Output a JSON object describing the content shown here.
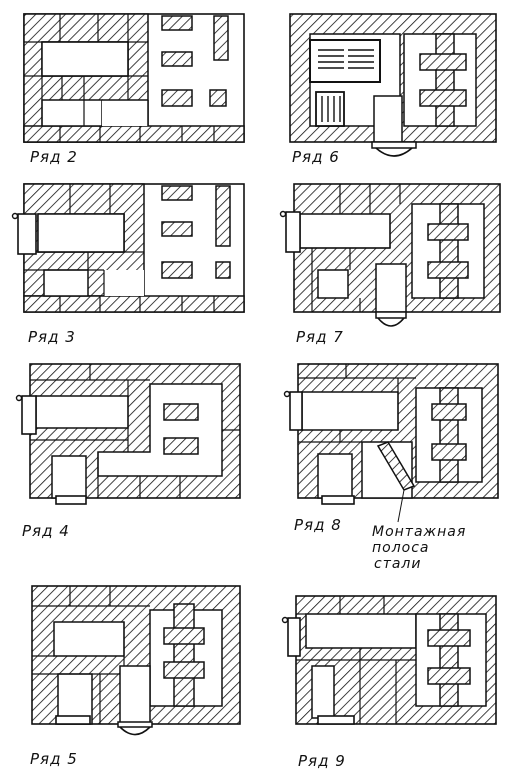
{
  "figure": {
    "colors": {
      "ink": "#111111",
      "paper": "#ffffff"
    },
    "panels": [
      {
        "id": "r2",
        "caption": "Ряд 2"
      },
      {
        "id": "r6",
        "caption": "Ряд 6"
      },
      {
        "id": "r3",
        "caption": "Ряд 3"
      },
      {
        "id": "r7",
        "caption": "Ряд 7"
      },
      {
        "id": "r4",
        "caption": "Ряд 4"
      },
      {
        "id": "r8",
        "caption": "Ряд 8"
      },
      {
        "id": "r5",
        "caption": "Ряд 5"
      },
      {
        "id": "r9",
        "caption": "Ряд 9"
      }
    ],
    "annotation": {
      "lines": [
        "Монтажная",
        "полоса",
        "стали"
      ]
    }
  }
}
